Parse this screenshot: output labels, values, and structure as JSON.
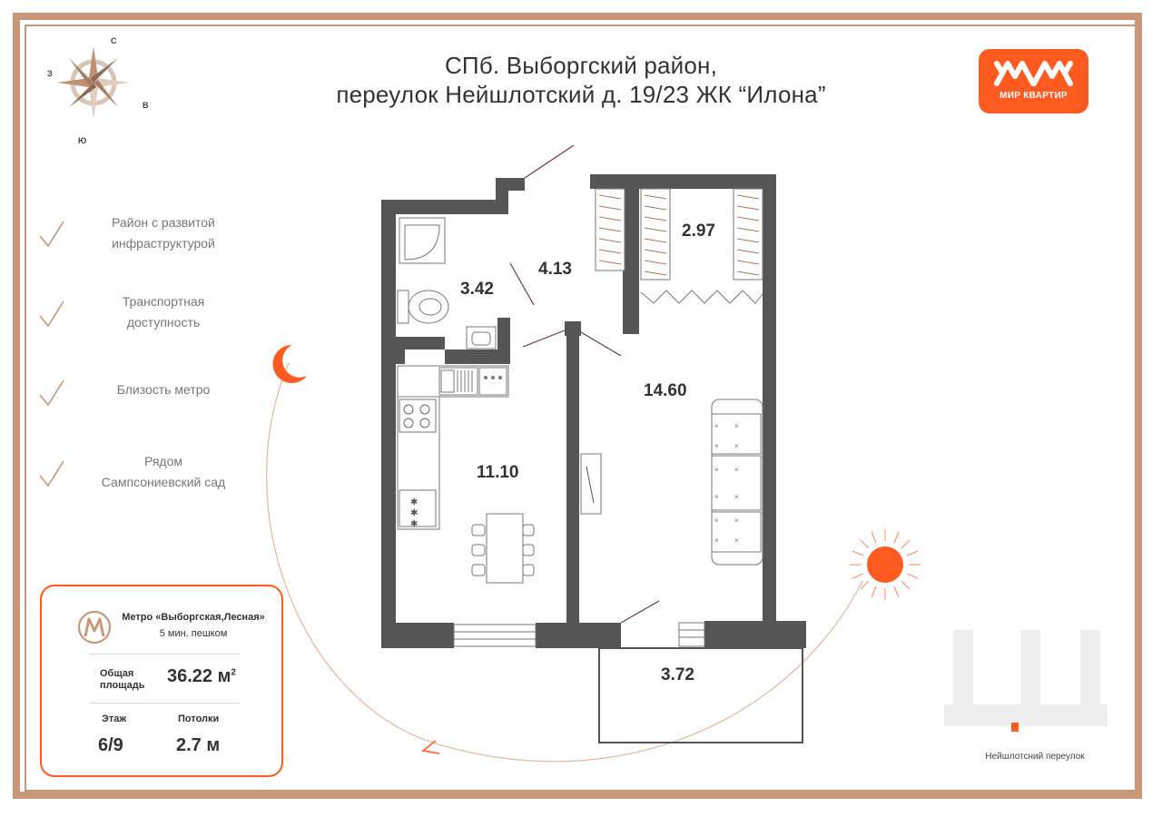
{
  "title": {
    "line1": "СПб. Выборгский район,",
    "line2": "переулок Нейшлотский д. 19/23  ЖК “Илона”"
  },
  "logo": {
    "text": "МИР КВАРТИР",
    "color": "#ff5a1f"
  },
  "compass": {
    "north": "С",
    "south": "Ю",
    "west": "З",
    "east": "В"
  },
  "features": [
    {
      "line1": "Район с развитой",
      "line2": "инфраструктурой"
    },
    {
      "line1": "Транспортная",
      "line2": "доступность"
    },
    {
      "line1": "Близость метро",
      "line2": ""
    },
    {
      "line1": "Рядом",
      "line2": "Сампсониевский сад"
    }
  ],
  "info": {
    "metro_name": "Метро «Выборгская,Лесная»",
    "metro_walk": "5 мин. пешком",
    "area_label_1": "Общая",
    "area_label_2": "площадь",
    "area_value": "36.22 м",
    "area_unit_sup": "2",
    "floor_label": "Этаж",
    "floor_value": "6/9",
    "ceiling_label": "Потолки",
    "ceiling_value": "2.7 м"
  },
  "rooms": {
    "bathroom": "3.42",
    "hallway": "4.13",
    "closet": "2.97",
    "kitchen": "11.10",
    "living": "14.60",
    "balcony": "3.72"
  },
  "street": "Нейшлотсний переулок",
  "colors": {
    "accent": "#ff5a1f",
    "frame": "#c79778",
    "walls": "#555555",
    "wardrobe_stripes": "#b0755a"
  }
}
